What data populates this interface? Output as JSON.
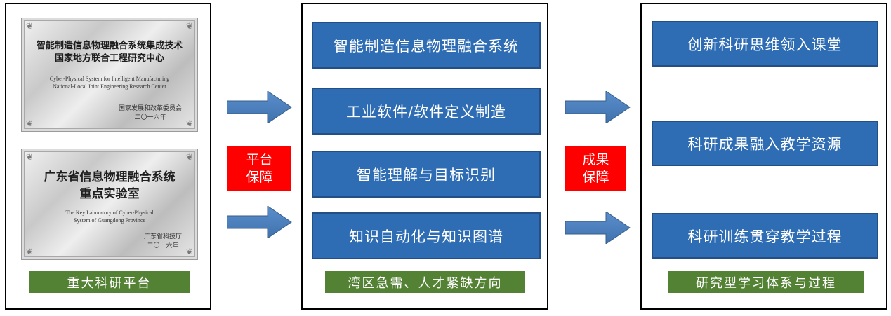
{
  "left_panel": {
    "plaque1": {
      "title_line1": "智能制造信息物理融合系统集成技术",
      "title_line2": "国家地方联合工程研究中心",
      "en_line1": "Cyber-Physical System for Intelligent Manufacturing",
      "en_line2": "National-Local Joint Engineering Research Center",
      "issuer": "国家发展和改革委员会",
      "year": "二〇一六年"
    },
    "plaque2": {
      "title_line1": "广东省信息物理融合系统",
      "title_line2": "重点实验室",
      "en_line1": "The Key Laboratory of Cyber-Physical",
      "en_line2": "System of Guangdong Province",
      "issuer": "广东省科技厅",
      "year": "二〇一六年"
    },
    "label": "重大科研平台"
  },
  "connector1": {
    "line1": "平台",
    "line2": "保障"
  },
  "middle_panel": {
    "items": [
      "智能制造信息物理融合系统",
      "工业软件/软件定义制造",
      "智能理解与目标识别",
      "知识自动化与知识图谱"
    ],
    "label": "湾区急需、人才紧缺方向"
  },
  "connector2": {
    "line1": "成果",
    "line2": "保障"
  },
  "right_panel": {
    "items": [
      "创新科研思维领入课堂",
      "科研成果融入教学资源",
      "科研训练贯穿教学过程"
    ],
    "label": "研究型学习体系与过程"
  },
  "colors": {
    "box_blue": "#2e6db4",
    "arrow_blue": "#4f81bd",
    "label_green": "#548235",
    "label_red": "#ff0000"
  }
}
